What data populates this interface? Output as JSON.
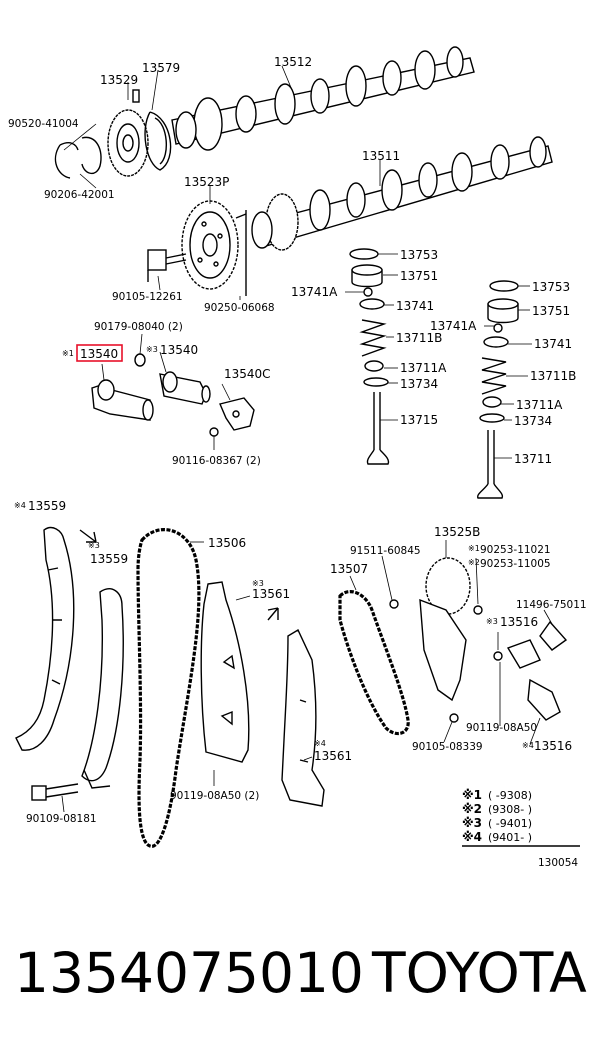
{
  "labels": {
    "p13512": "13512",
    "p13579": "13579",
    "p13529": "13529",
    "p90520": "90520-41004",
    "p90206": "90206-42001",
    "p13511": "13511",
    "p13523P": "13523P",
    "p90105a": "90105-12261",
    "p90250": "90250-06068",
    "p13753a": "13753",
    "p13751a": "13751",
    "p13741Aa": "13741A",
    "p13741a": "13741",
    "p13711Ba": "13711B",
    "p13711Aa": "13711A",
    "p13734a": "13734",
    "p13715": "13715",
    "p13753b": "13753",
    "p13751b": "13751",
    "p13741Ab": "13741A",
    "p13741b": "13741",
    "p13711Bb": "13711B",
    "p13711Ab": "13711A",
    "p13734b": "13734",
    "p13711": "13711",
    "p90179": "90179-08040 (2)",
    "p13540h": "13540",
    "p13540": "13540",
    "p13540C": "13540C",
    "p90116": "90116-08367 (2)",
    "p13559a": "13559",
    "p13559b": "13559",
    "p13506": "13506",
    "p13561a": "13561",
    "p13561b": "13561",
    "p90119a": "90119-08A50 (2)",
    "p90109": "90109-08181",
    "p13507": "13507",
    "p91511": "91511-60845",
    "p13525B": "13525B",
    "p90253a": "90253-11021",
    "p90253b": "90253-11005",
    "p11496": "11496-75011",
    "p13516a": "13516",
    "p13516b": "13516",
    "p90119b": "90119-08A50",
    "p90105b": "90105-08339",
    "diagram_code": "130054"
  },
  "marks": {
    "m1": "※1",
    "m3": "※3",
    "m4": "※4",
    "m3b": "※3",
    "m3c": "※3",
    "m4b": "※4",
    "m4c": "※4",
    "m1b": "※1",
    "m2b": "※2",
    "m3d": "※3",
    "m4d": "※4"
  },
  "legend": [
    {
      "mark": "※1",
      "range": "(         -9308)"
    },
    {
      "mark": "※2",
      "range": "(9308-          )"
    },
    {
      "mark": "※3",
      "range": "(         -9401)"
    },
    {
      "mark": "※4",
      "range": "(9401-          )"
    }
  ],
  "footer": {
    "part_number": "1354075010",
    "brand": "TOYOTA"
  },
  "colors": {
    "highlight": "#e8102a",
    "line": "#000000"
  }
}
